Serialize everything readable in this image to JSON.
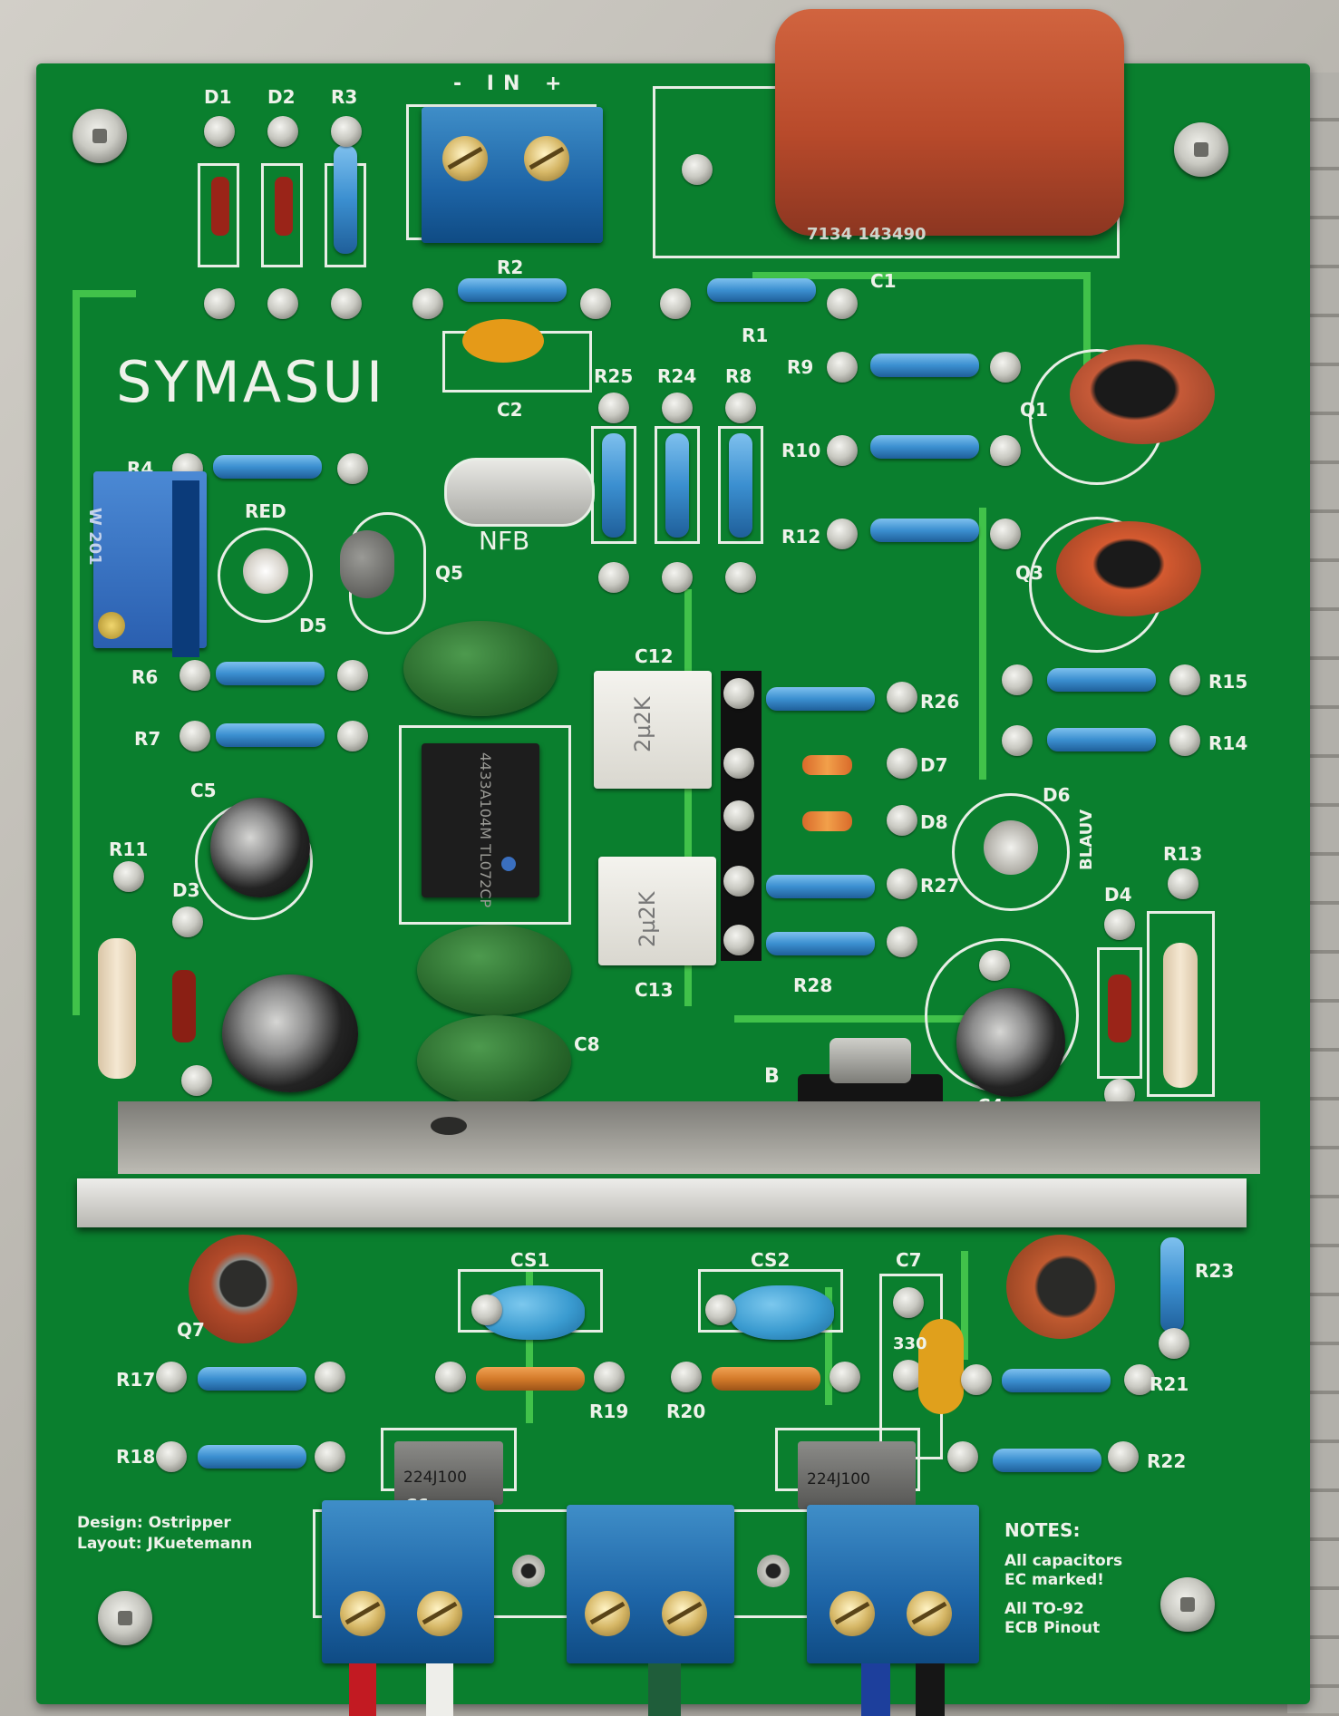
{
  "board": {
    "title": "SYMASUI",
    "nfb_label": "NFB",
    "in_label": "- IN +",
    "cap_print": "7134 143490",
    "ic_print": "4433A104M TL072CP",
    "credits": {
      "design": "Design: Ostripper",
      "layout": "Layout: JKuetemann"
    },
    "notes": {
      "heading": "NOTES:",
      "line1": "All capacitors",
      "line2": "EC marked!",
      "line3": "All TO-92",
      "line4": "ECB Pinout"
    }
  },
  "labels": {
    "D1": "D1",
    "D2": "D2",
    "R3": "R3",
    "R2": "R2",
    "C2": "C2",
    "C1": "C1",
    "R1": "R1",
    "R25": "R25",
    "R24": "R24",
    "R8": "R8",
    "R9": "R9",
    "R10": "R10",
    "R12": "R12",
    "Q1": "Q1",
    "Q3": "Q3",
    "R4": "R4",
    "RED": "RED",
    "Q5": "Q5",
    "D5": "D5",
    "R6": "R6",
    "R7": "R7",
    "C5": "C5",
    "R11": "R11",
    "D3": "D3",
    "C12": "C12",
    "C13": "C13",
    "R26": "R26",
    "D7": "D7",
    "D8": "D8",
    "R27": "R27",
    "R28": "R28",
    "R15": "R15",
    "R14": "R14",
    "D6": "D6",
    "BLAUV": "BLAUV",
    "R13": "R13",
    "D4": "D4",
    "C4": "C4",
    "B": "B",
    "C6": "C6",
    "CS1": "CS1",
    "CS2": "CS2",
    "C7": "C7",
    "R23": "R23",
    "Q7": "Q7",
    "R17": "R17",
    "R19": "R19",
    "R20": "R20",
    "R21": "R21",
    "R18": "R18",
    "R22": "R22",
    "C8": "C8",
    "cap_2u2k_a": "2µ2K",
    "cap_2u2k_b": "2µ2K",
    "film_a": "224J100",
    "film_b": "224J100",
    "c7_value": "330",
    "trimmer": "W 201"
  },
  "colors": {
    "pcb": "#0a7f2e",
    "silkscreen": "#eef2ea",
    "terminal": "#1d64a6",
    "heatsink": "#c8c8c4"
  }
}
